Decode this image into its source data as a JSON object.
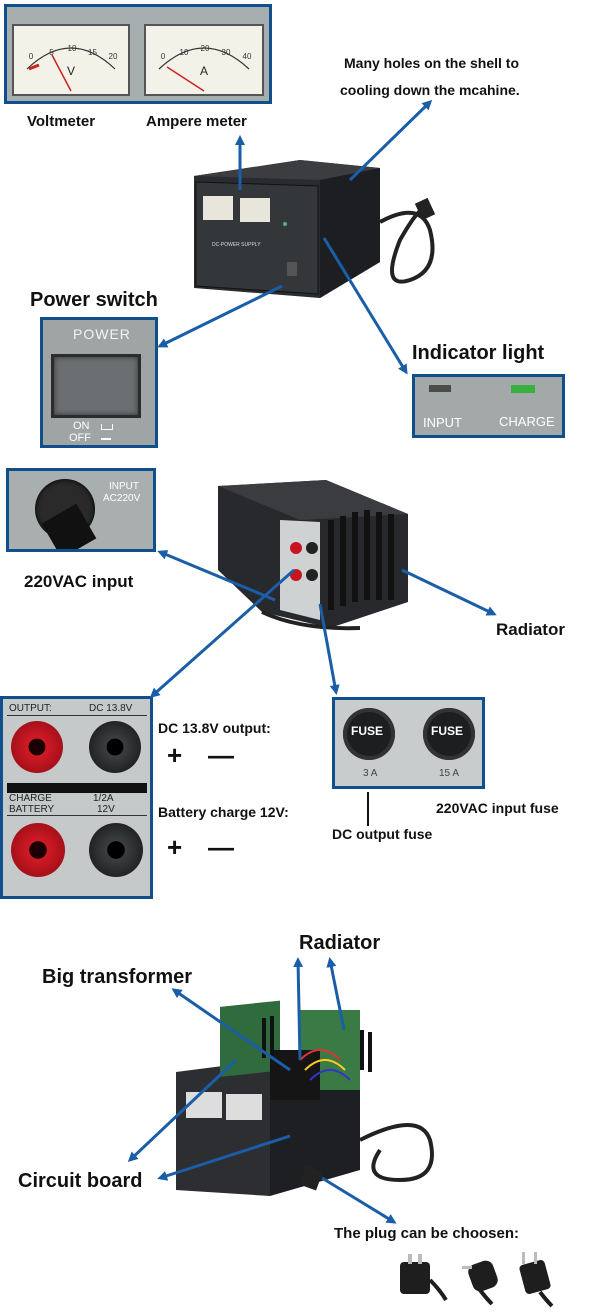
{
  "top": {
    "voltmeter_label": "Voltmeter",
    "ampere_label": "Ampere meter",
    "voltmeter_unit": "V",
    "ampere_unit": "A",
    "voltmeter_scale": [
      "0",
      "5",
      "10",
      "15",
      "20"
    ],
    "ampere_scale": [
      "0",
      "10",
      "20",
      "30",
      "40"
    ],
    "holes_note_line1": "Many holes on the shell to",
    "holes_note_line2": "cooling down the mcahine.",
    "device_label": "DC-POWER SUPPLY",
    "power_switch_label": "Power switch",
    "power_panel_title": "POWER",
    "on_text": "ON",
    "off_text": "OFF",
    "indicator_label": "Indicator light",
    "input_text": "INPUT",
    "charge_text": "CHARGE"
  },
  "middle": {
    "input_panel_line1": "INPUT",
    "input_panel_line2": "AC220V",
    "vac_input_label": "220VAC input",
    "radiator_label": "Radiator",
    "output_panel_title": "OUTPUT:",
    "output_panel_value": "DC 13.8V",
    "charge_panel_line1": "CHARGE",
    "charge_panel_line2": "BATTERY",
    "charge_panel_val1": "1/2A",
    "charge_panel_val2": "12V",
    "dc_output_label": "DC 13.8V output:",
    "battery_charge_label": "Battery charge 12V:",
    "plus": "+",
    "minus": "—",
    "fuse_text": "FUSE",
    "fuse1_rating": "3 A",
    "fuse2_rating": "15 A",
    "dc_fuse_label": "DC output fuse",
    "ac_fuse_label": "220VAC input fuse"
  },
  "bottom": {
    "radiator_label": "Radiator",
    "transformer_label": "Big transformer",
    "circuit_label": "Circuit board",
    "plug_label": "The plug can be choosen:"
  },
  "colors": {
    "accent": "#0f4f8c",
    "arrow": "#1a5ea8",
    "red_post": "#c8141e",
    "green_led": "#38b040"
  }
}
